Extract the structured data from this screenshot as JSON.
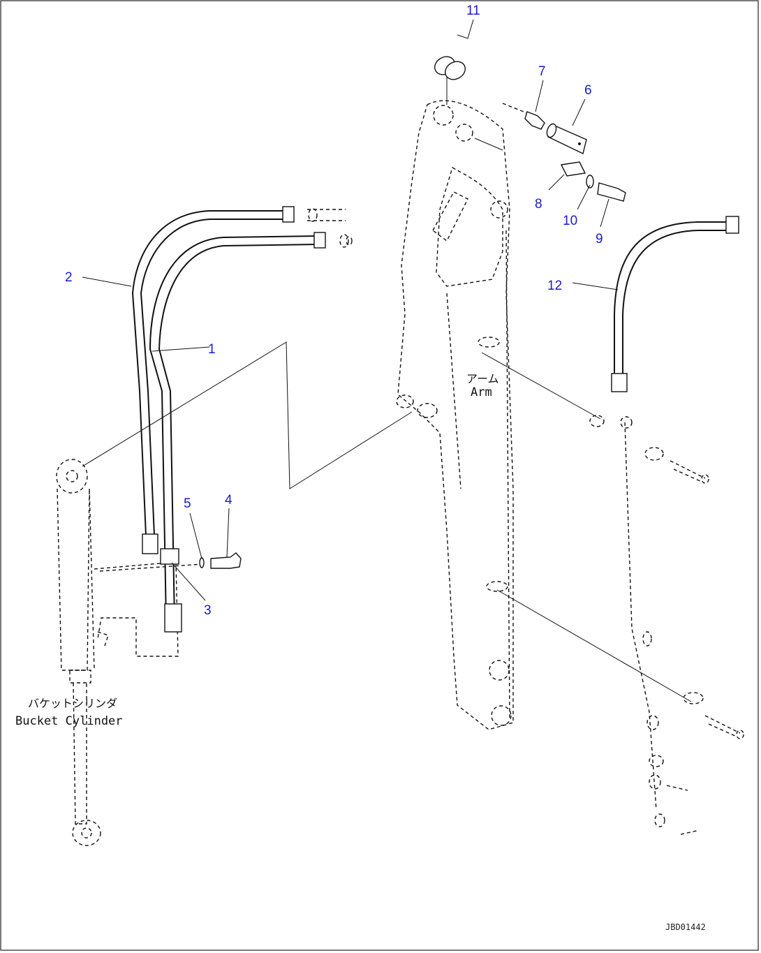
{
  "drawing_id": "JBD01442",
  "labels": {
    "arm_jp": "アーム",
    "arm_en": "Arm",
    "bucket_cylinder_jp": "バケットシリンダ",
    "bucket_cylinder_en": "Bucket Cylinder"
  },
  "callouts": [
    "1",
    "2",
    "3",
    "4",
    "5",
    "6",
    "7",
    "8",
    "9",
    "10",
    "11",
    "12"
  ],
  "colors": {
    "callout": "#1a1ad6",
    "line": "#111111",
    "background": "#ffffff"
  }
}
